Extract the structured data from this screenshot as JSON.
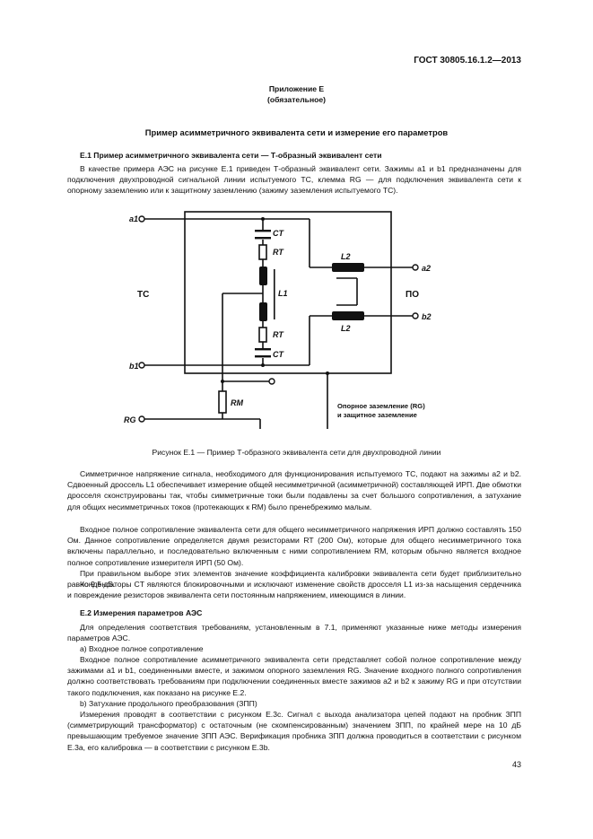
{
  "header": {
    "standard": "ГОСТ 30805.16.1.2—2013"
  },
  "appendix": {
    "title": "Приложение Е",
    "subtitle": "(обязательное)"
  },
  "main_title": "Пример асимметричного эквивалента сети и измерение его параметров",
  "sections": {
    "e1_title": "Е.1 Пример асимметричного эквивалента сети — Т-образный эквивалент сети",
    "e1_p1": "В качестве примера АЭС на рисунке Е.1 приведен Т-образный эквивалент сети. Зажимы a1 и b1 предназначены для подключения двухпроводной сигнальной линии испытуемого ТС, клемма RG — для подключения эквивалента сети к опорному заземлению или к защитному заземлению (зажиму заземления испытуемого ТС).",
    "figure_caption": "Рисунок Е.1 — Пример Т-образного эквивалента сети для двухпроводной линии",
    "p2": "Симметричное напряжение сигнала, необходимого для функционирования испытуемого ТС, подают на зажимы a2 и b2. Сдвоенный дроссель L1 обеспечивает измерение общей несимметричной (асимметричной) составляющей ИРП. Две обмотки дросселя сконструированы так, чтобы симметричные токи были подавлены за счет большого сопротивления, а затухание для общих несимметричных токов (протекающих к RM) было пренебрежимо малым.",
    "p3": "Входное полное сопротивление эквивалента сети для общего несимметричного напряжения ИРП должно составлять 150 Ом. Данное сопротивление определяется двумя резисторами RT (200 Ом), которые для общего несимметричного тока включены параллельно, и последовательно включенным с ними сопротивлением RM, которым обычно является входное полное сопротивление измерителя ИРП (50 Ом).",
    "p4": "При правильном выборе этих элементов значение коэффициента калибровки эквивалента сети будет приблизительно равно 9,5 дБ.",
    "p5": "Конденсаторы CT являются блокировочными и исключают изменение свойств дросселя L1 из-за насыщения сердечника и повреждение резисторов эквивалента сети постоянным напряжением, имеющимся в линии.",
    "e2_title": "Е.2 Измерения параметров АЭС",
    "p6": "Для определения соответствия требованиям, установленным в 7.1, применяют указанные ниже методы измерения параметров АЭС.",
    "p7": "а) Входное полное сопротивление",
    "p8": "Входное полное сопротивление асимметричного эквивалента сети представляет собой полное сопротивление между зажимами a1 и b1, соединенными вместе, и зажимом опорного заземления RG. Значение входного полного сопротивления должно соответствовать требованиям при подключении соединенных вместе зажимов a2 и b2 к зажиму RG и при отсутствии такого подключения, как показано на рисунке Е.2.",
    "p9": "b) Затухание продольного преобразования (ЗПП)",
    "p10": "Измерения проводят в соответствии с рисунком Е.3с. Сигнал с выхода анализатора цепей подают на пробник ЗПП (симметрирующий трансформатор) с остаточным (не скомпенсированным) значением ЗПП, по крайней мере на 10 дБ превышающим требуемое значение ЗПП АЭС. Верификация пробника ЗПП должна проводиться в соответствии с рисунком Е.3а, его калибровка — в соответствии с рисунком Е.3b."
  },
  "diagram": {
    "a1": "a1",
    "b1": "b1",
    "a2": "a2",
    "b2": "b2",
    "ts": "ТС",
    "po": "ПО",
    "rg": "RG",
    "ct": "CT",
    "rt": "RT",
    "l1": "L1",
    "l2": "L2",
    "rm": "RM",
    "ground_note_1": "Опорное заземление (RG)",
    "ground_note_2": "и защитное заземление"
  },
  "page_number": "43"
}
